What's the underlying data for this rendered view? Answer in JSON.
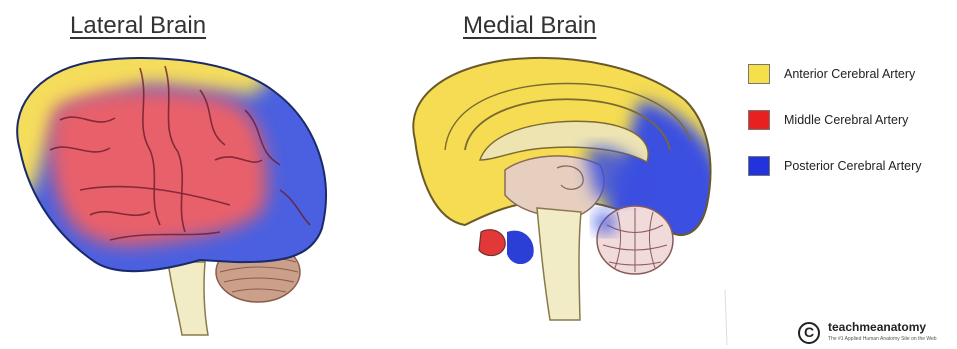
{
  "titles": {
    "lateral": "Lateral Brain",
    "medial": "Medial Brain"
  },
  "legend": [
    {
      "label": "Anterior Cerebral Artery",
      "color": "#f6e04a"
    },
    {
      "label": "Middle Cerebral Artery",
      "color": "#e82020"
    },
    {
      "label": "Posterior Cerebral Artery",
      "color": "#2233dd"
    }
  ],
  "credit": {
    "icon": "copyright-icon",
    "name": "teachmeanatomy",
    "tagline": "The #1 Applied Human Anatomy Site on the Web"
  }
}
